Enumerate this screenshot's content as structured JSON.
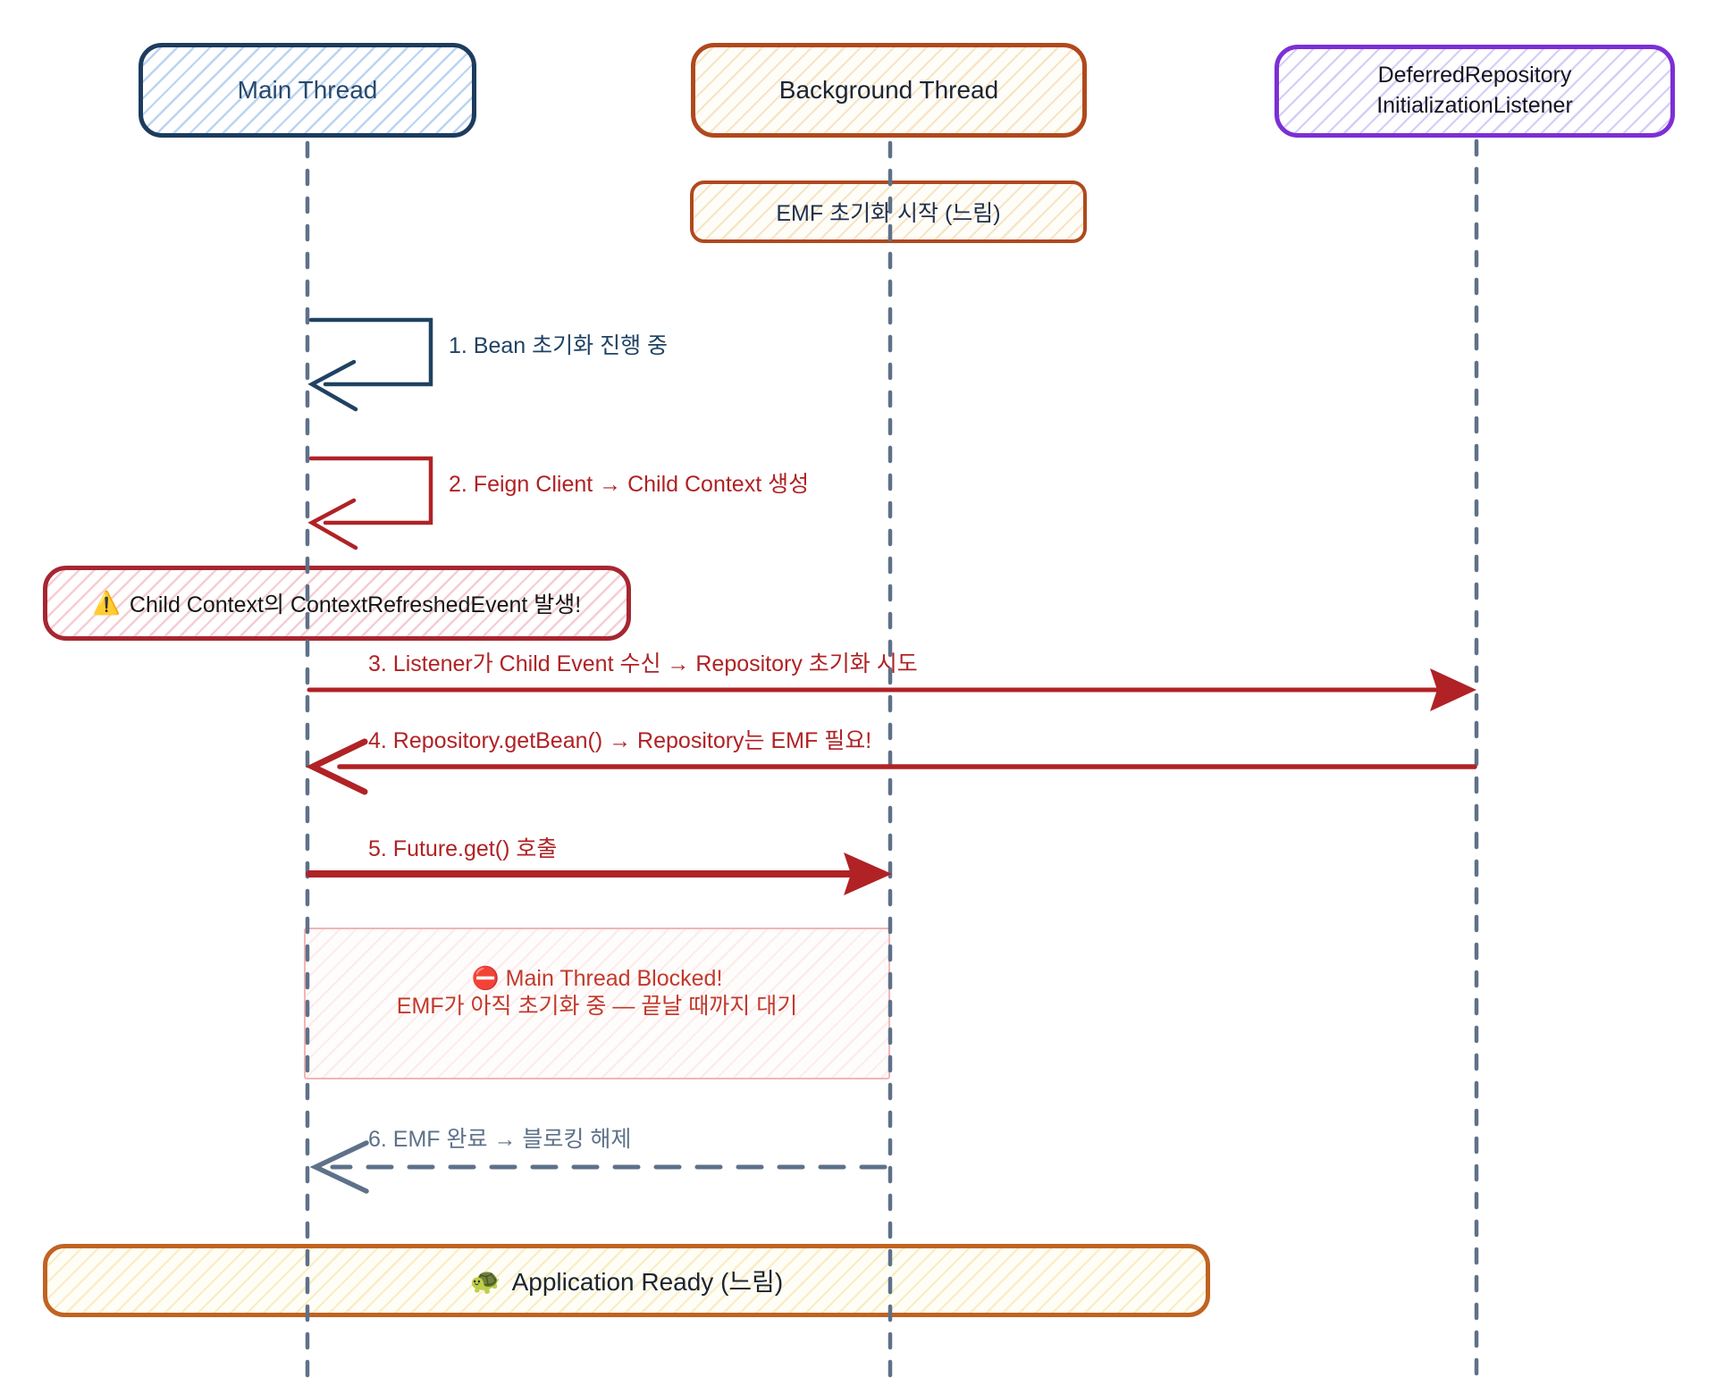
{
  "diagram": {
    "title": "Deferred repository initialization sequence",
    "participants": [
      {
        "label": "Main Thread"
      },
      {
        "label": "Background Thread"
      },
      {
        "label": "DeferredRepository",
        "label2": "InitializationListener"
      }
    ],
    "notes": {
      "emf_start": {
        "text": "EMF 초기화 시작 (느림)"
      },
      "child_event": {
        "icon": "⚠️",
        "text": "Child Context의 ContextRefreshedEvent 발생!"
      }
    },
    "messages": [
      {
        "label": "1. Bean 초기화 진행 중",
        "from": "Main Thread",
        "to": "Main Thread"
      },
      {
        "label": "2. Feign Client → Child Context 생성",
        "from": "Main Thread",
        "to": "Main Thread"
      },
      {
        "label": "3. Listener가 Child Event 수신 → Repository 초기화 시도",
        "from": "Main Thread",
        "to": "DeferredRepositoryInitializationListener"
      },
      {
        "label": "4. Repository.getBean() → Repository는 EMF 필요!",
        "from": "DeferredRepositoryInitializationListener",
        "to": "Main Thread"
      },
      {
        "label": "5. Future.get() 호출",
        "from": "Main Thread",
        "to": "Background Thread"
      },
      {
        "label": "6. EMF 완료 → 블로킹 해제",
        "from": "Background Thread",
        "to": "Main Thread"
      }
    ],
    "blocked": {
      "icon": "⛔",
      "title": "Main Thread Blocked!",
      "subtitle": "EMF가 아직 초기화 중 — 끝날 때까지 대기"
    },
    "footer": {
      "icon": "🐢",
      "text": "Application Ready (느림)"
    }
  },
  "colors": {
    "navy": "#1d3c5e",
    "red": "#b02225",
    "slate": "#5e7189",
    "orange": "#b0491d",
    "purple": "#7c2fd6",
    "footer_orange": "#c06322",
    "warning_red": "#a62631",
    "blocked_border": "#f0b6b6",
    "blocked_text": "#c13a2c"
  }
}
